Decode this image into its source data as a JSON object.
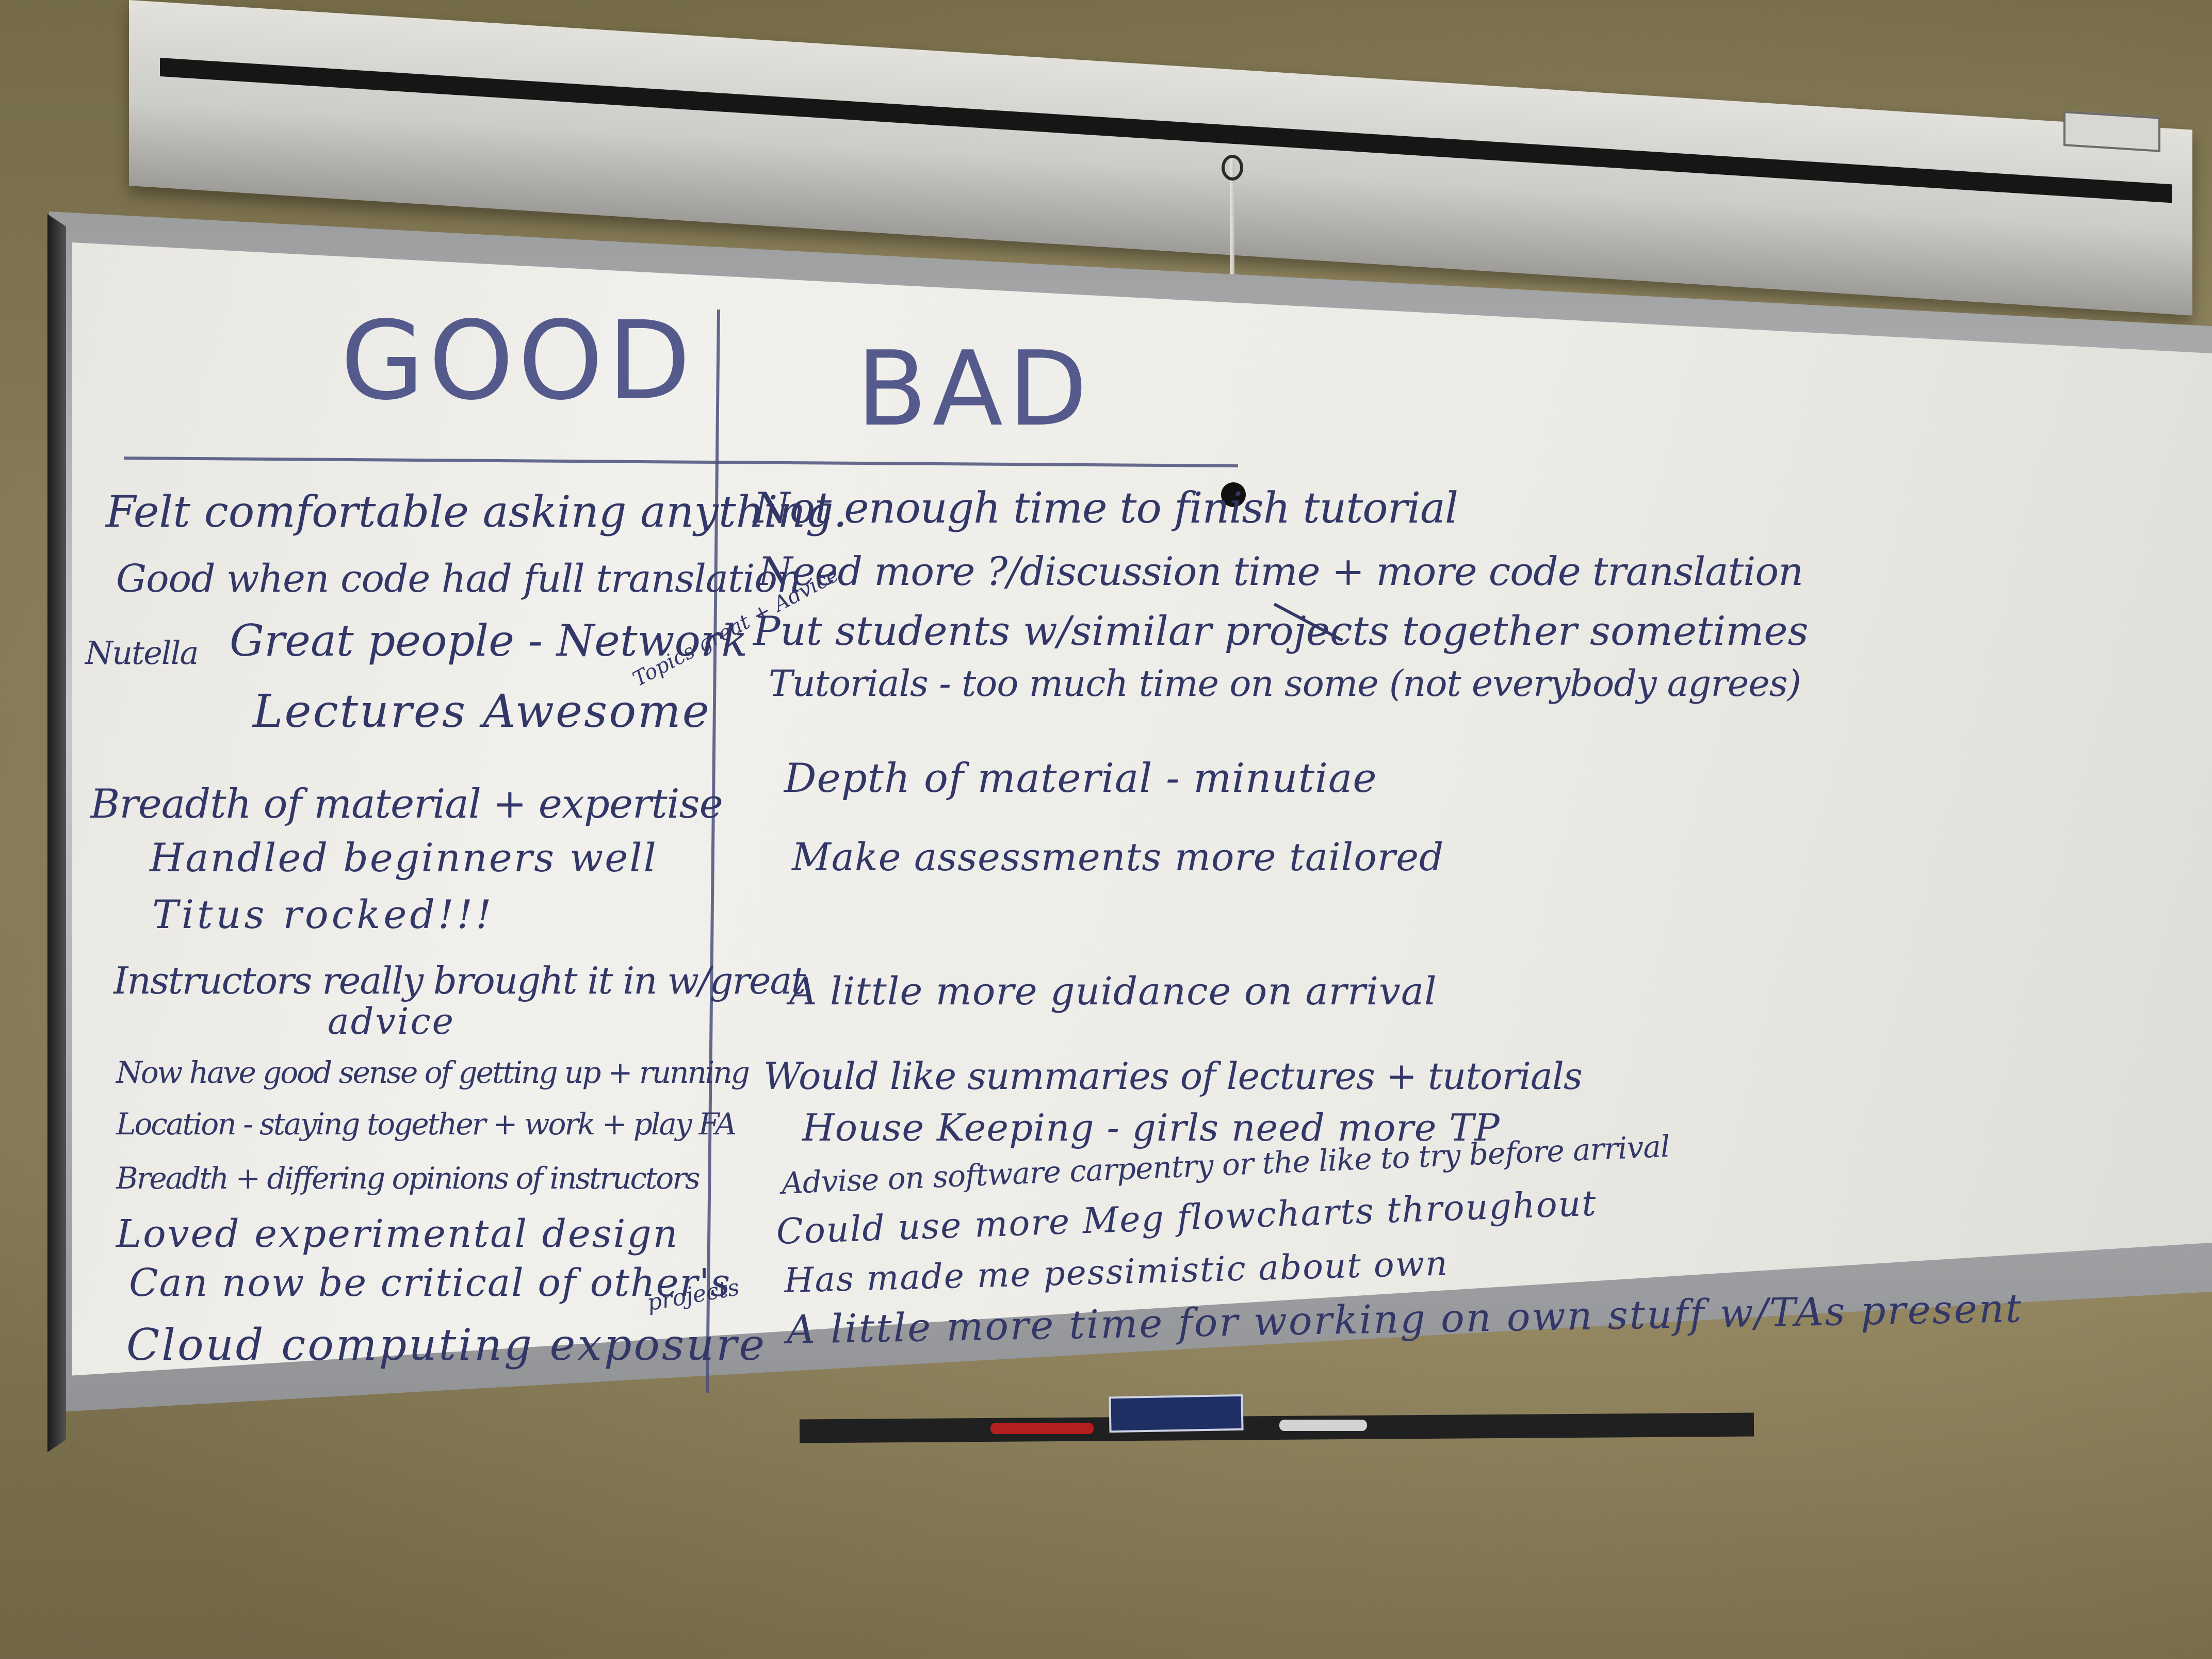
{
  "whiteboard": {
    "good_heading": "GOOD",
    "bad_heading": "BAD",
    "good_items": [
      "Felt comfortable asking anything.",
      "Good when code had full translation",
      "Nutella",
      "Great people - Network",
      "Lectures Awesome",
      "Topics great + Advice",
      "Breadth of material + expertise",
      "Handled beginners well",
      "Titus rocked!!!",
      "Instructors really brought it in w/great",
      "advice",
      "Now have good sense of getting up + running",
      "Location - staying together + work + play FA",
      "Breadth + differing opinions of instructors",
      "Loved experimental design",
      "Can now be critical of other's",
      "projects",
      "Cloud computing exposure"
    ],
    "bad_items": [
      "Not enough time to finish tutorial",
      "Need more ?/discussion time + more code translation",
      "Put students w/similar projects together sometimes",
      "Tutorials - too much time on some (not everybody agrees)",
      "Depth of material - minutiae",
      "Make assessments more tailored",
      "A little more guidance on arrival",
      "Would like summaries of lectures + tutorials",
      "House Keeping - girls need more TP",
      "Advise on software carpentry or the like to try before arrival",
      "Could use more Meg flowcharts throughout",
      "Has made me pessimistic about own",
      "A little more time for working on own stuff w/TAs present"
    ]
  },
  "colors": {
    "ink": "#323768",
    "board": "#ecebe6",
    "wall": "#9e9165"
  }
}
